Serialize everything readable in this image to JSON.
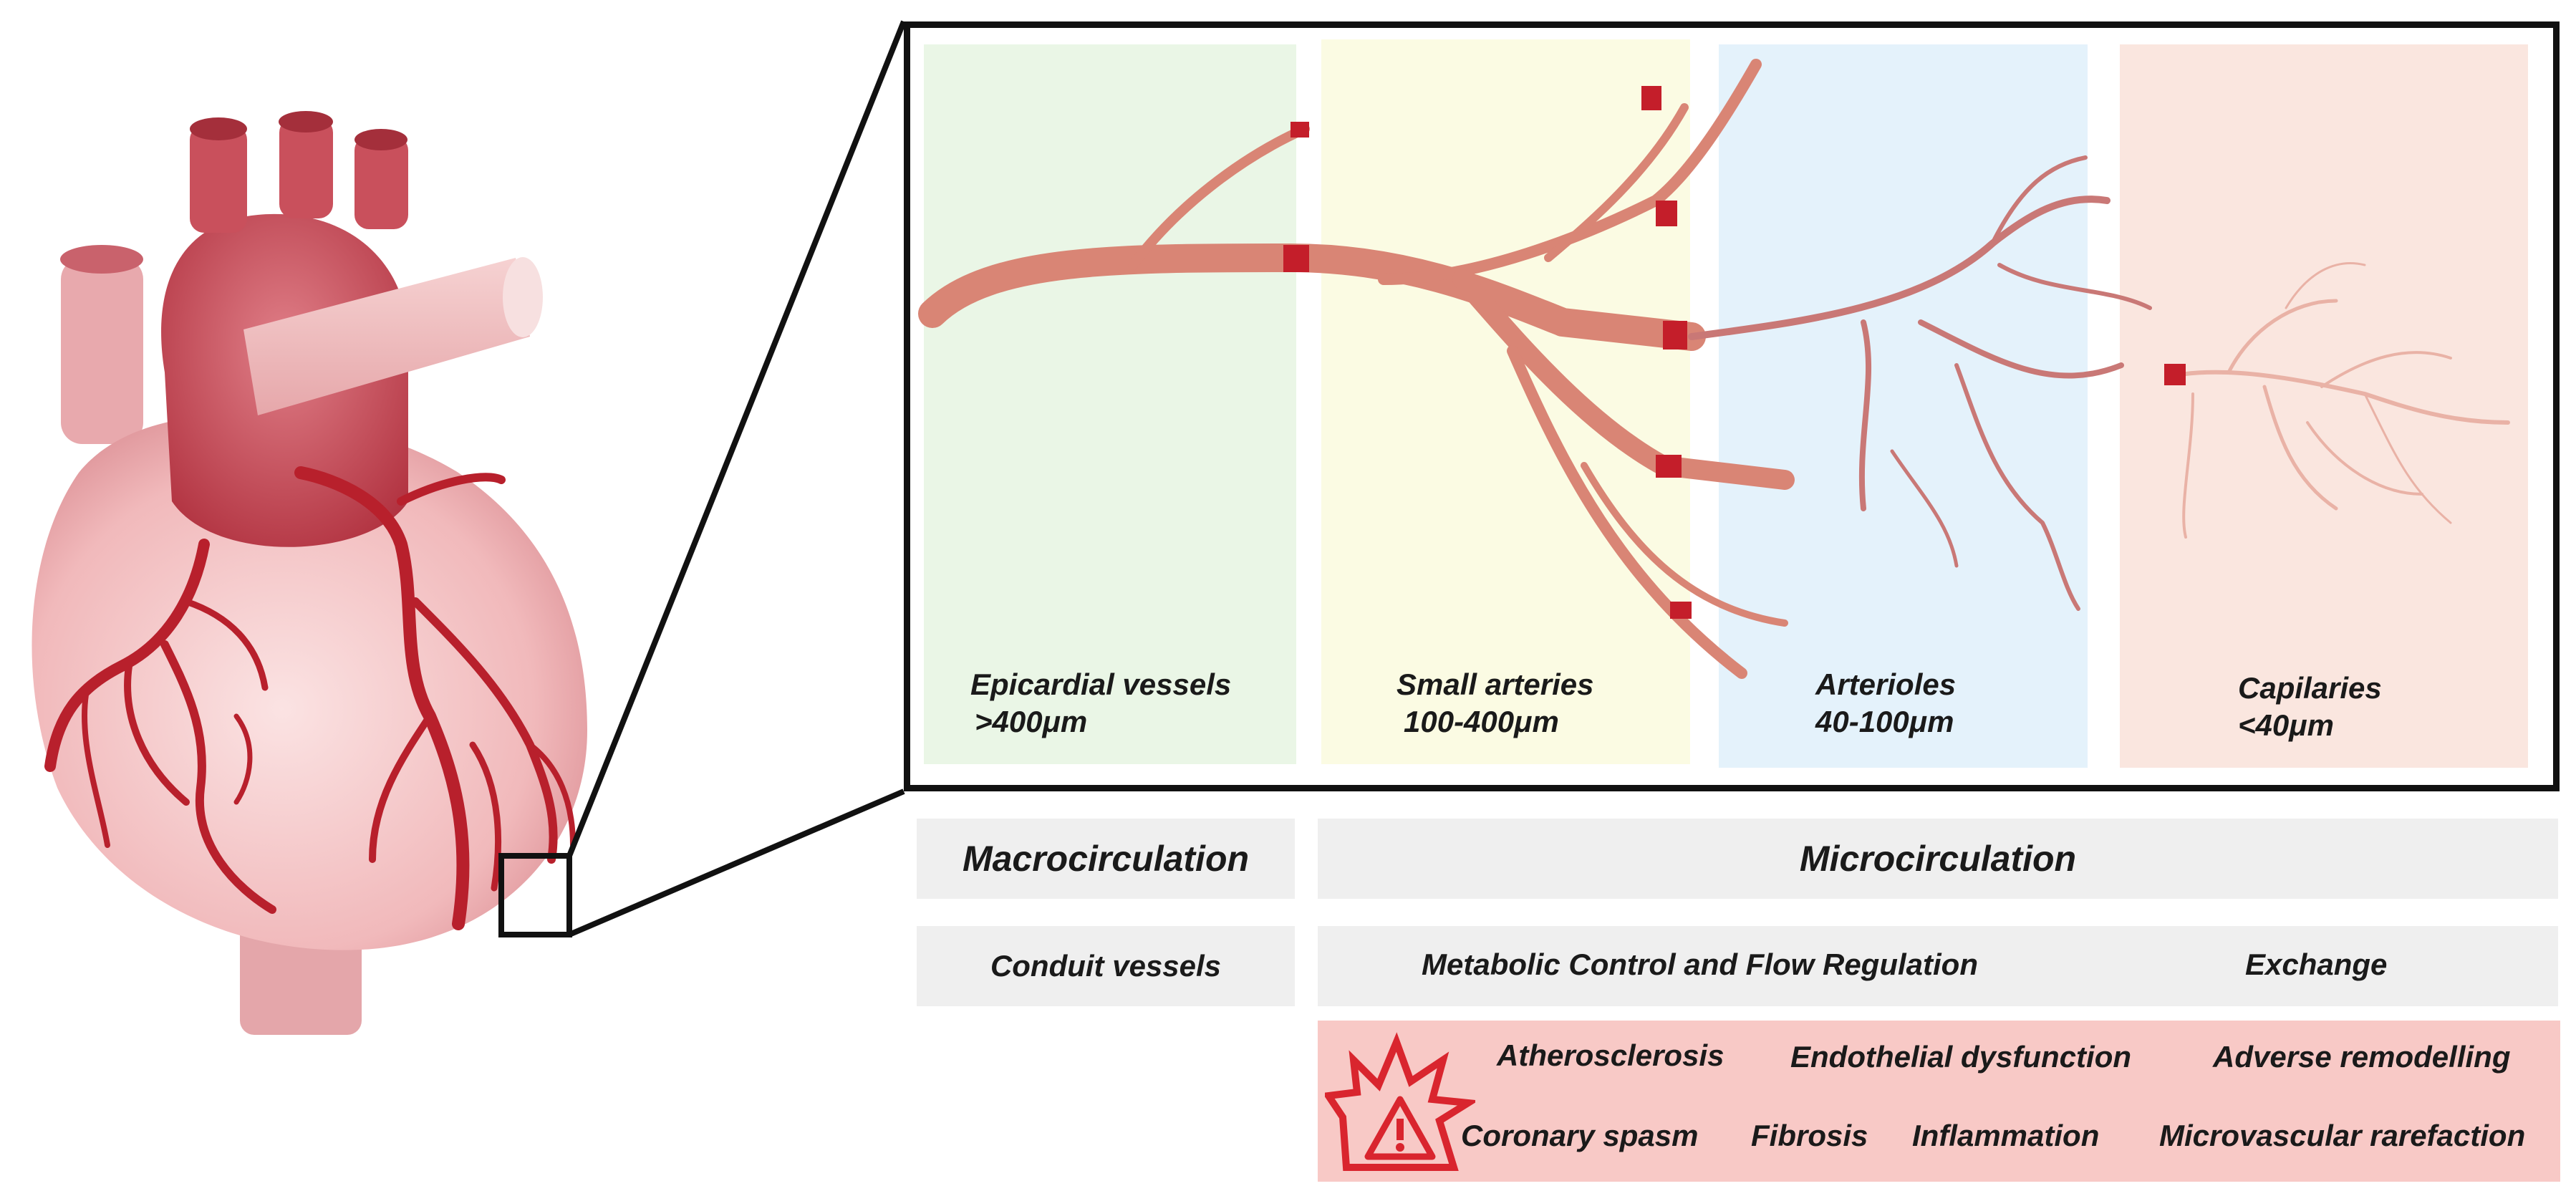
{
  "zones": [
    {
      "name": "Epicardial vessels",
      "size": ">400μm",
      "color": "#eaf6e6"
    },
    {
      "name": "Small arteries",
      "size": "100-400μm",
      "color": "#fbfbe3"
    },
    {
      "name": "Arterioles",
      "size": "40-100μm",
      "color": "#e4f2fb"
    },
    {
      "name": "Capilaries",
      "size": "<40μm",
      "color": "#fae6df"
    }
  ],
  "table": {
    "row1": {
      "left": "Macrocirculation",
      "right": "Microcirculation"
    },
    "row2": {
      "left": "Conduit vessels",
      "middle": "Metabolic Control and Flow Regulation",
      "right": "Exchange"
    }
  },
  "conditions": {
    "row1": [
      "Atherosclerosis",
      "Endothelial dysfunction",
      "Adverse remodelling"
    ],
    "row2": [
      "Coronary spasm",
      "Fibrosis",
      "Inflammation",
      "Microvascular rarefaction"
    ]
  },
  "colors": {
    "vessel": "#d98575",
    "vessel_dark": "#c41e2a",
    "heart_body": "#f3c4c4",
    "heart_dark": "#c94a57",
    "artery": "#b8202c",
    "warning_bg": "#f8c9c6",
    "warning_icon": "#d9252e"
  },
  "icons": [
    "heart-illustration",
    "warning-burst-icon"
  ]
}
